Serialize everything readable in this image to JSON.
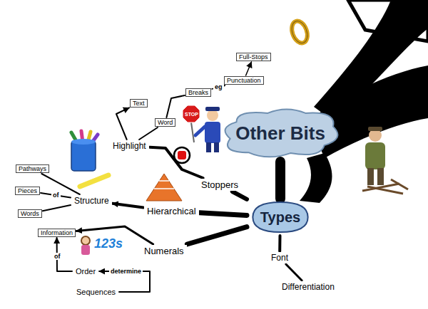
{
  "diagram": {
    "nodes": [
      {
        "text": [
          "Other Bits"
        ]
      },
      {
        "text": [
          "Types"
        ]
      },
      {
        "text": [
          "Stoppers"
        ]
      },
      {
        "text": [
          "Highlight"
        ]
      },
      {
        "text": [
          "Text"
        ]
      },
      {
        "text": [
          "Word"
        ]
      },
      {
        "text": [
          "Breaks"
        ]
      },
      {
        "text": [
          "Punctuation"
        ]
      },
      {
        "text": [
          "Full-Stops"
        ]
      },
      {
        "text": [
          "Hierarchical"
        ]
      },
      {
        "text": [
          "Structure"
        ]
      },
      {
        "text": [
          "Pathways"
        ]
      },
      {
        "text": [
          "Pieces"
        ]
      },
      {
        "text": [
          "Words"
        ]
      },
      {
        "text": [
          "Numerals"
        ]
      },
      {
        "text": [
          "Information"
        ]
      },
      {
        "text": [
          "Order"
        ]
      },
      {
        "text": [
          "Sequences"
        ]
      },
      {
        "text": [
          "Font"
        ]
      },
      {
        "text": [
          "Differentiation"
        ]
      }
    ],
    "edges": [
      {
        "from": 0,
        "to": 1,
        "arrow": "none"
      },
      {
        "from": 1,
        "to": 2,
        "arrow": "none"
      },
      {
        "from": 1,
        "to": 9,
        "arrow": "none"
      },
      {
        "from": 1,
        "to": 14,
        "arrow": "none"
      },
      {
        "from": 1,
        "to": 18,
        "arrow": "none"
      },
      {
        "from": 18,
        "to": 19,
        "arrow": "none"
      },
      {
        "from": 2,
        "to": 3,
        "arrow": "none"
      },
      {
        "from": 3,
        "to": 4,
        "arrow": "to"
      },
      {
        "from": 3,
        "to": 5,
        "arrow": "none"
      },
      {
        "from": 5,
        "to": 6,
        "arrow": "none"
      },
      {
        "from": 6,
        "to": 7,
        "label": "eg",
        "arrow": "to"
      },
      {
        "from": 7,
        "to": 8,
        "arrow": "to"
      },
      {
        "from": 9,
        "to": 10,
        "arrow": "to"
      },
      {
        "from": 10,
        "to": 11,
        "arrow": "none"
      },
      {
        "from": 10,
        "to": 12,
        "label": "of",
        "arrow": "none"
      },
      {
        "from": 10,
        "to": 13,
        "arrow": "none"
      },
      {
        "from": 14,
        "to": 15,
        "arrow": "to"
      },
      {
        "from": 17,
        "to": 16,
        "label": "determine",
        "arrow": "to"
      },
      {
        "from": 16,
        "to": 15,
        "label": "of",
        "arrow": "to"
      }
    ],
    "labels": [
      "STOP",
      "123s"
    ]
  }
}
